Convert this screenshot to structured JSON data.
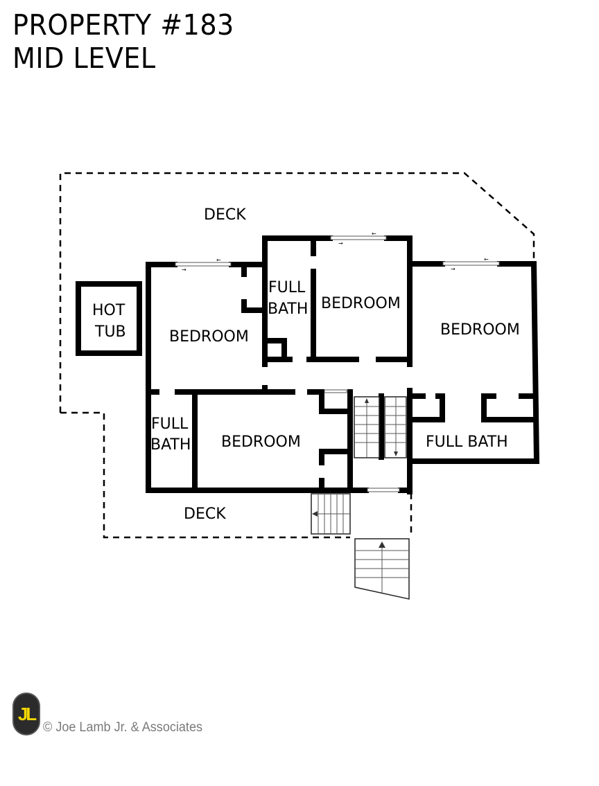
{
  "header": {
    "title_line1": "PROPERTY #183",
    "title_line2": "MID LEVEL"
  },
  "floor_plan": {
    "level": "MID LEVEL",
    "rooms": [
      {
        "id": "deck-top",
        "label": "DECK"
      },
      {
        "id": "hot-tub",
        "label_line1": "HOT",
        "label_line2": "TUB"
      },
      {
        "id": "bedroom-west",
        "label": "BEDROOM"
      },
      {
        "id": "full-bath-center",
        "label_line1": "FULL",
        "label_line2": "BATH"
      },
      {
        "id": "bedroom-center",
        "label": "BEDROOM"
      },
      {
        "id": "bedroom-east",
        "label": "BEDROOM"
      },
      {
        "id": "full-bath-southwest",
        "label_line1": "FULL",
        "label_line2": "BATH"
      },
      {
        "id": "bedroom-south",
        "label": "BEDROOM"
      },
      {
        "id": "full-bath-east",
        "label": "FULL BATH"
      },
      {
        "id": "deck-bottom",
        "label": "DECK"
      }
    ],
    "icons": {
      "stairs": "stairs-icon",
      "window": "sliding-door-icon",
      "arrow": "direction-arrow-icon"
    },
    "colors": {
      "wall": "#000000",
      "background": "#ffffff",
      "stair_lines": "#555555"
    }
  },
  "footer": {
    "logo_text": "JL",
    "copyright": "© Joe Lamb Jr. & Associates",
    "logo_color": "#f2d600",
    "logo_bg": "#2b2b2b"
  }
}
